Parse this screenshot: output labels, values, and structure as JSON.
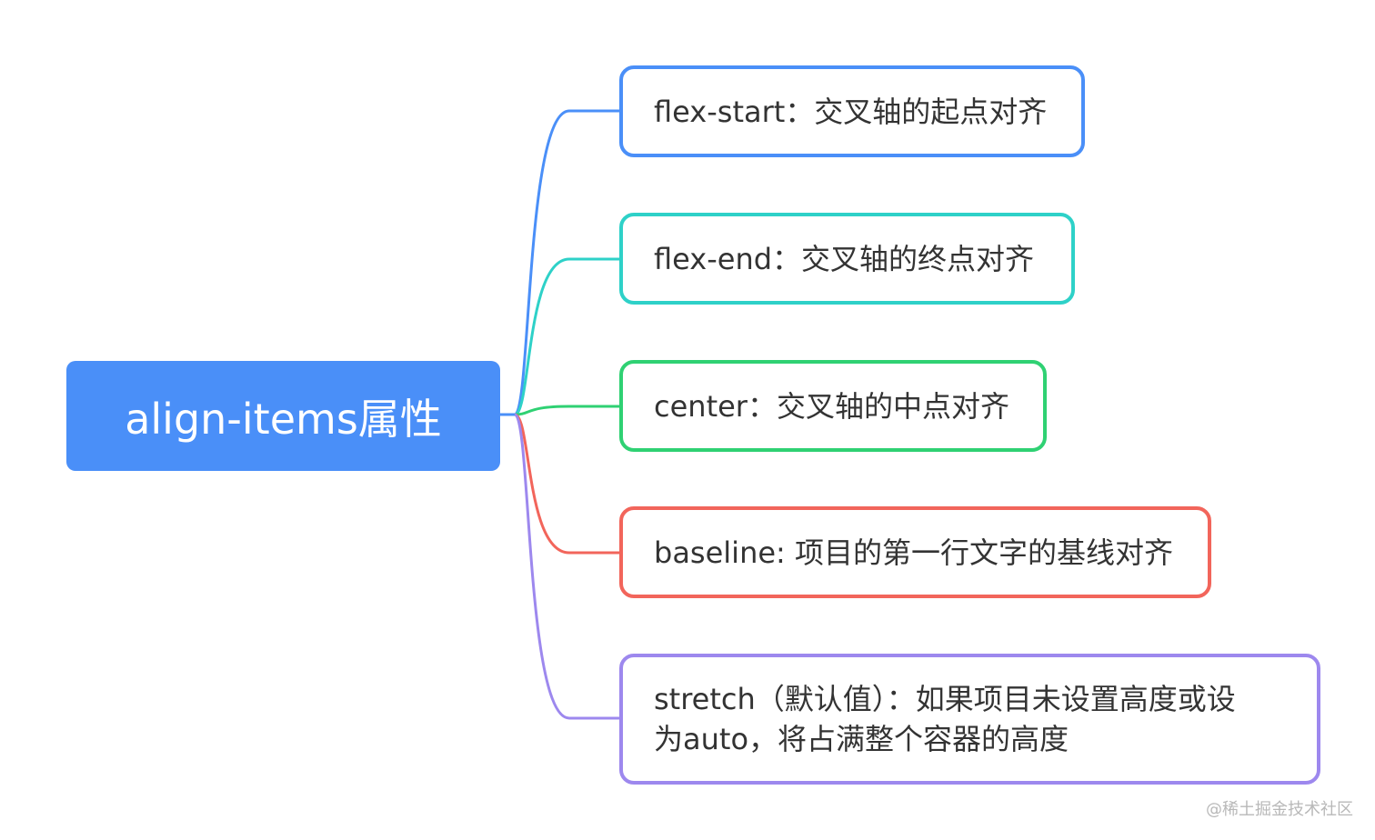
{
  "diagram": {
    "root": {
      "label": "align-items属性",
      "color": "#4a8ff8"
    },
    "branches": [
      {
        "label": "flex-start：交叉轴的起点对齐",
        "color": "#4a8ff8"
      },
      {
        "label": "flex-end：交叉轴的终点对齐",
        "color": "#2ed1c8"
      },
      {
        "label": "center：交叉轴的中点对齐",
        "color": "#2fd173"
      },
      {
        "label": "baseline: 项目的第一行文字的基线对齐",
        "color": "#f2655b"
      },
      {
        "label": "stretch（默认值）：如果项目未设置高度或设\n为auto，将占满整个容器的高度",
        "color": "#9d88ee"
      }
    ]
  },
  "watermark": "@稀土掘金技术社区"
}
